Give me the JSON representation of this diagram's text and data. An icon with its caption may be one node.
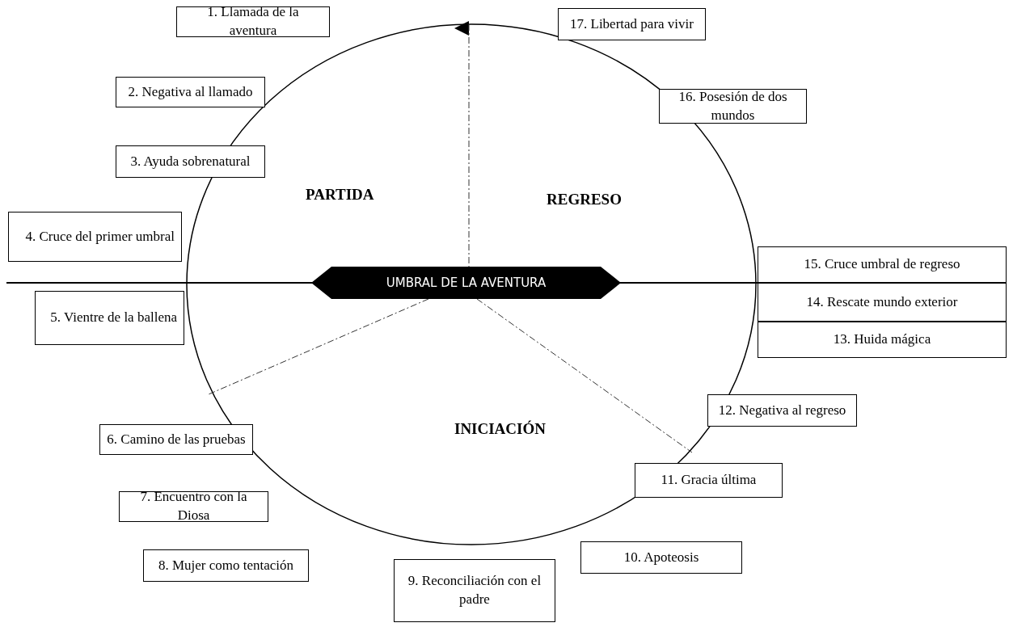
{
  "diagram": {
    "nodes": [
      {
        "text": [
          "1. Llamada de la aventura"
        ]
      },
      {
        "text": [
          "2. Negativa al llamado"
        ]
      },
      {
        "text": [
          "3. Ayuda sobrenatural"
        ]
      },
      {
        "text": [
          "4. Cruce del primer umbral"
        ]
      },
      {
        "text": [
          "5. Vientre de la ballena"
        ]
      },
      {
        "text": [
          "6. Camino de las pruebas"
        ]
      },
      {
        "text": [
          "7. Encuentro con la Diosa"
        ]
      },
      {
        "text": [
          "8. Mujer como tentación"
        ]
      },
      {
        "text": [
          "9. Reconciliación con el padre"
        ]
      },
      {
        "text": [
          "10. Apoteosis"
        ]
      },
      {
        "text": [
          "11. Gracia última"
        ]
      },
      {
        "text": [
          "12. Negativa al regreso"
        ]
      },
      {
        "text": [
          "13. Huida mágica"
        ]
      },
      {
        "text": [
          "14. Rescate mundo exterior"
        ]
      },
      {
        "text": [
          "15. Cruce umbral de regreso"
        ]
      },
      {
        "text": [
          "16. Posesión de dos mundos"
        ]
      },
      {
        "text": [
          "17. Libertad para vivir"
        ]
      },
      {
        "text": [
          "UMBRAL DE LA AVENTURA"
        ]
      }
    ],
    "labels": [
      "PARTIDA",
      "REGRESO",
      "INICIACIÓN"
    ]
  }
}
